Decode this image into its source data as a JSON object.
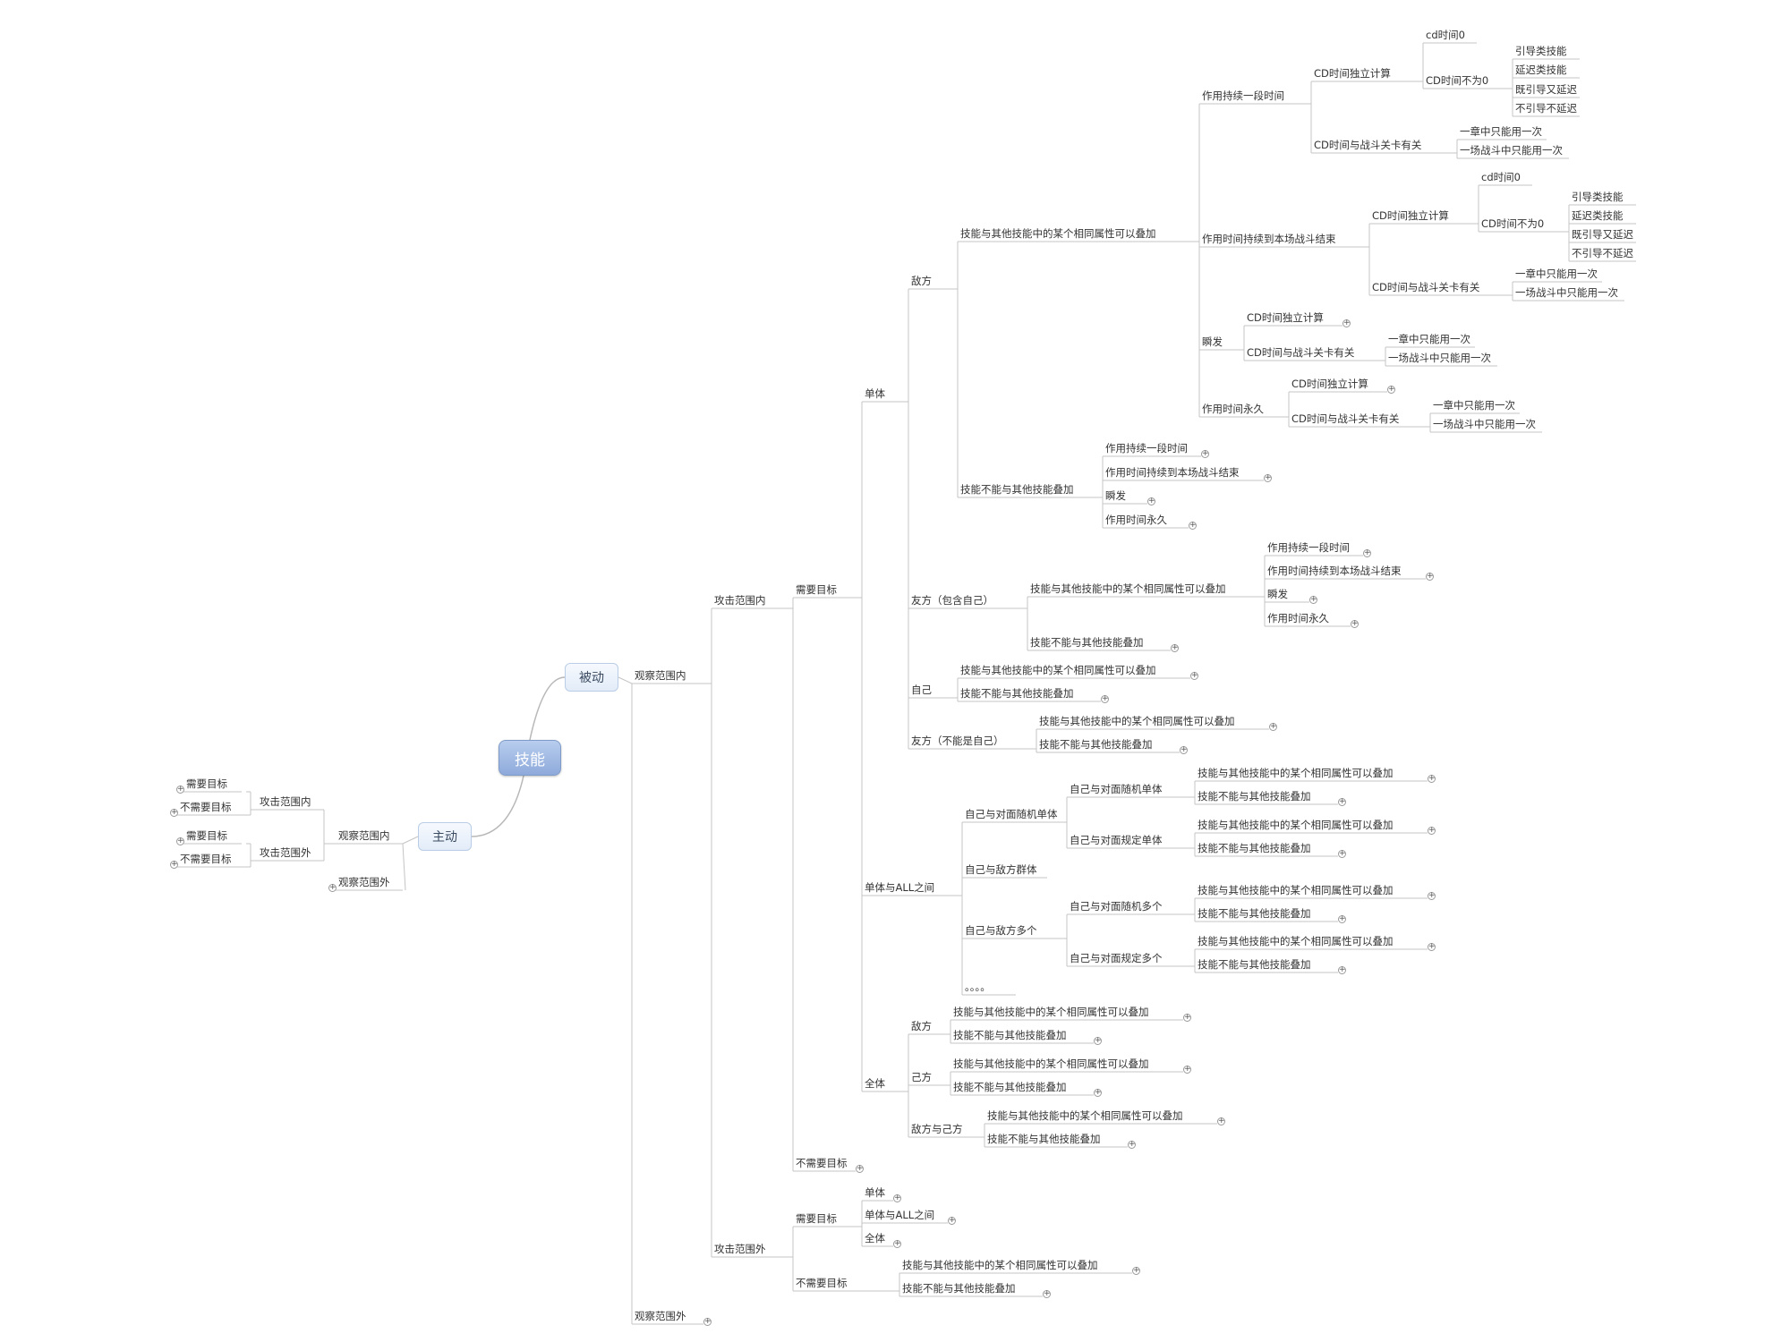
{
  "root": {
    "label": "技能"
  },
  "branches": {
    "passive": "被动",
    "active": "主动"
  },
  "labels": {
    "watch_in": "观察范围内",
    "watch_out": "观察范围外",
    "attack_in": "攻击范围内",
    "attack_out": "攻击范围外",
    "need_target": "需要目标",
    "no_target": "不需要目标",
    "single": "单体",
    "single_all": "单体与ALL之间",
    "all": "全体",
    "enemy": "敌方",
    "friend_self": "友方（包含自己）",
    "self": "自己",
    "friend_noself": "友方（不能是自己）",
    "own_side": "己方",
    "enemy_and_own": "敌方与己方",
    "stack_yes": "技能与其他技能中的某个相同属性可以叠加",
    "stack_no": "技能不能与其他技能叠加",
    "dur_period": "作用持续一段时间",
    "dur_battle": "作用时间持续到本场战斗结束",
    "instant": "瞬发",
    "permanent": "作用时间永久",
    "cd_indep": "CD时间独立计算",
    "cd_stage": "CD时间与战斗关卡有关",
    "cd_zero": "cd时间0",
    "cd_nonzero": "CD时间不为0",
    "guide": "引导类技能",
    "delay": "延迟类技能",
    "guide_delay": "既引导又延迟",
    "no_guide_delay": "不引导不延迟",
    "once_chapter": "一章中只能用一次",
    "once_battle": "一场战斗中只能用一次",
    "se_rand_single": "自己与对面随机单体",
    "se_fixed_single": "自己与对面规定单体",
    "se_group": "自己与敌方群体",
    "se_multi": "自己与敌方多个",
    "se_rand_multi": "自己与对面随机多个",
    "se_fixed_multi": "自己与对面规定多个",
    "ellipsis": "。。。。"
  }
}
